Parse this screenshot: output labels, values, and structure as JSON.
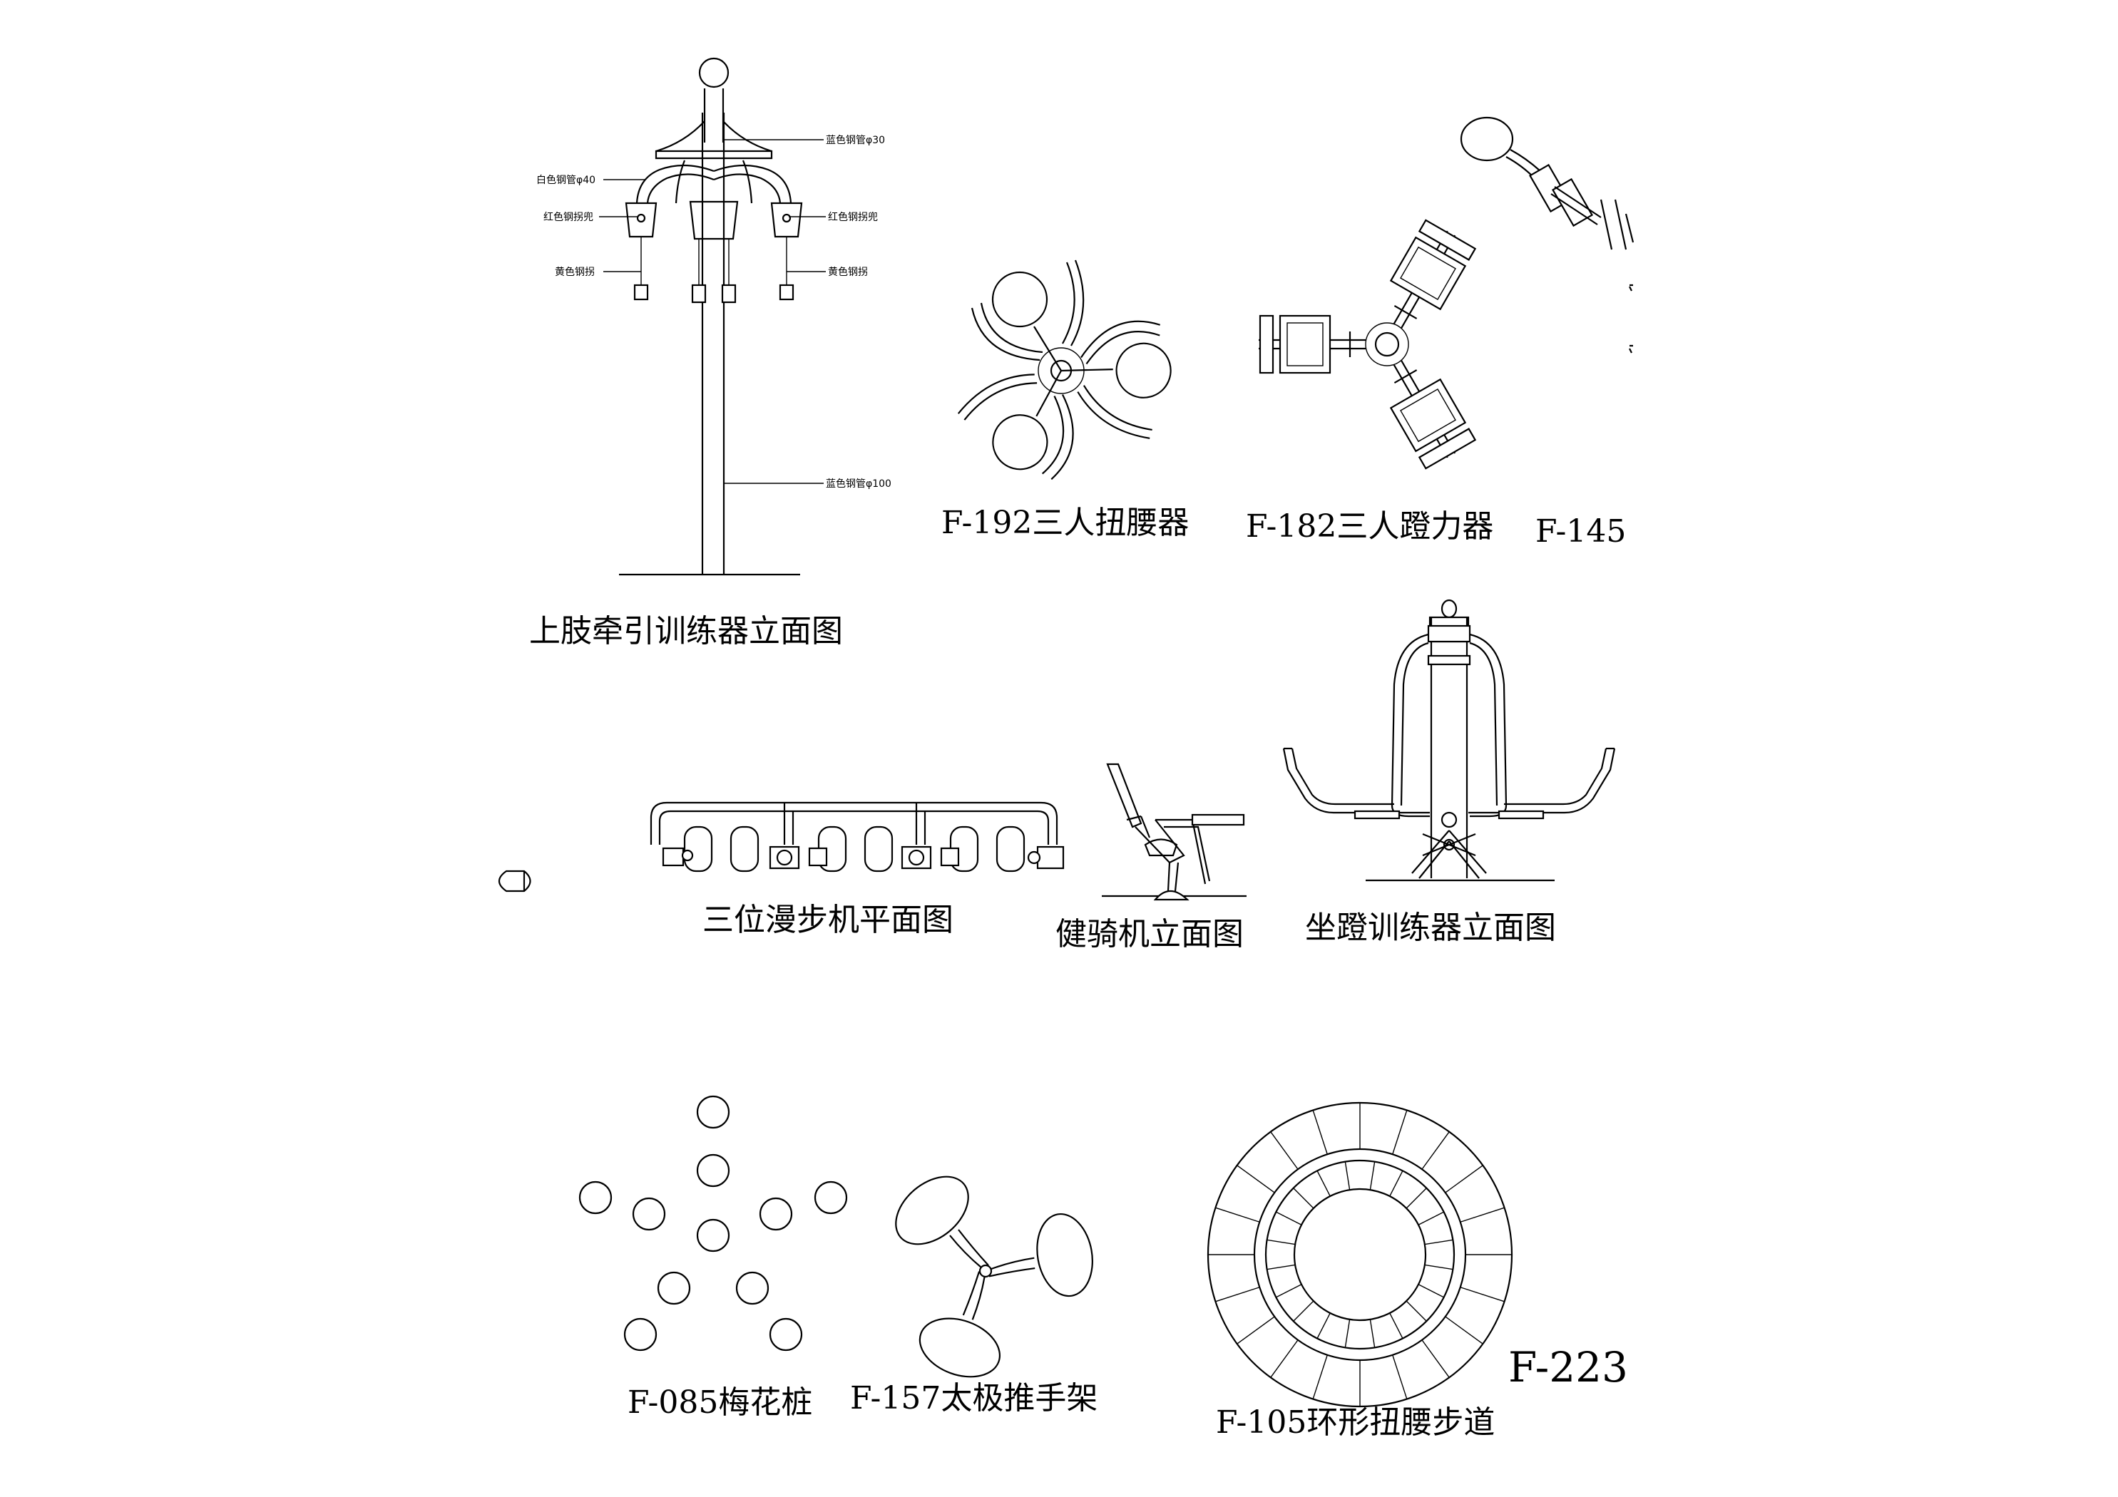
{
  "drawings": [
    {
      "id": "upper-limb-traction",
      "caption": "上肢牵引训练器立面图",
      "annotations": [
        "蓝色钢管φ30",
        "白色钢管φ40",
        "红色钢拐兜",
        "红色钢拐兜",
        "黄色钢拐",
        "黄色钢拐",
        "蓝色钢管φ100"
      ]
    },
    {
      "id": "three-person-waist-twister",
      "caption": "F-192三人扭腰器"
    },
    {
      "id": "three-person-pedal",
      "caption": "F-182三人蹬力器"
    },
    {
      "id": "cut-off-equipment",
      "caption": "F-145"
    },
    {
      "id": "three-position-walker",
      "caption": "三位漫步机平面图"
    },
    {
      "id": "fitness-rider",
      "caption": "健骑机立面图"
    },
    {
      "id": "seated-pedal-trainer",
      "caption": "坐蹬训练器立面图"
    },
    {
      "id": "plum-blossom-posts",
      "caption": "F-085梅花桩"
    },
    {
      "id": "taichi-push-hands",
      "caption": "F-157太极推手架"
    },
    {
      "id": "ring-waist-path",
      "caption": "F-105环形扭腰步道"
    },
    {
      "id": "cut-off-label",
      "caption": "F-223"
    }
  ],
  "style": {
    "line_color": "#000000",
    "background": "#ffffff"
  }
}
